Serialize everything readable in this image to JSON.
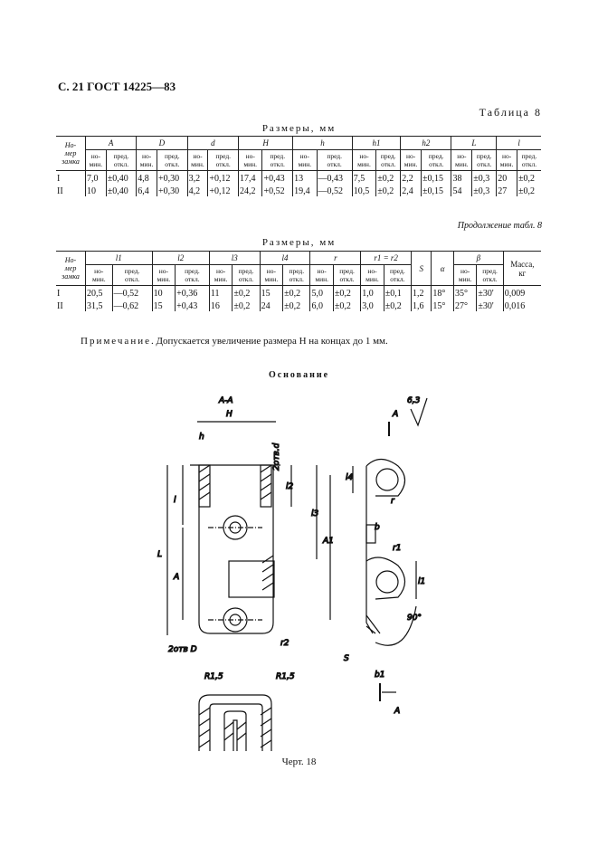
{
  "header": "С. 21 ГОСТ 14225—83",
  "table1": {
    "number": "Таблица 8",
    "caption": "Размеры, мм",
    "first_col": "Но-\nмер\nзамка",
    "groups": [
      "A",
      "D",
      "d",
      "H",
      "h",
      "h1",
      "h2",
      "L",
      "l"
    ],
    "sub": [
      "но-\nмин.",
      "пред.\nоткл."
    ],
    "rows": [
      [
        "I",
        "7,0",
        "±0,40",
        "4,8",
        "+0,30",
        "3,2",
        "+0,12",
        "17,4",
        "+0,43",
        "13",
        "—0,43",
        "7,5",
        "±0,2",
        "2,2",
        "±0,15",
        "38",
        "±0,3",
        "20",
        "±0,2"
      ],
      [
        "II",
        "10",
        "±0,40",
        "6,4",
        "+0,30",
        "4,2",
        "+0,12",
        "24,2",
        "+0,52",
        "19,4",
        "—0,52",
        "10,5",
        "±0,2",
        "2,4",
        "±0,15",
        "54",
        "±0,3",
        "27",
        "±0,2"
      ]
    ]
  },
  "table2": {
    "continuation": "Продолжение табл. 8",
    "caption": "Размеры, мм",
    "first_col": "Но-\nмер\nзамка",
    "groups": [
      "l1",
      "l2",
      "l3",
      "l4",
      "r",
      "r1 = r2"
    ],
    "extra": [
      "S",
      "α",
      "β",
      "Масса,\nкг"
    ],
    "rows": [
      [
        "I",
        "20,5",
        "—0,52",
        "10",
        "+0,36",
        "11",
        "±0,2",
        "15",
        "±0,2",
        "5,0",
        "±0,2",
        "1,0",
        "±0,1",
        "1,2",
        "18°",
        "35°",
        "±30'",
        "0,009"
      ],
      [
        "II",
        "31,5",
        "—0,62",
        "15",
        "+0,43",
        "16",
        "±0,2",
        "24",
        "±0,2",
        "6,0",
        "±0,2",
        "3,0",
        "±0,2",
        "1,6",
        "15°",
        "27°",
        "±30'",
        "0,016"
      ]
    ]
  },
  "note_lead": "Примечание",
  "note_text": ". Допускается увеличение размера H на концах до 1 мм.",
  "drawing_title": "Основание",
  "drawing_labels": {
    "section": "А-А",
    "roughness": "6,3",
    "view_a": "А",
    "holes_d": "2отв.d",
    "holes_D": "2отв D",
    "radius": "R1,5"
  },
  "figure_caption": "Черт. 18"
}
